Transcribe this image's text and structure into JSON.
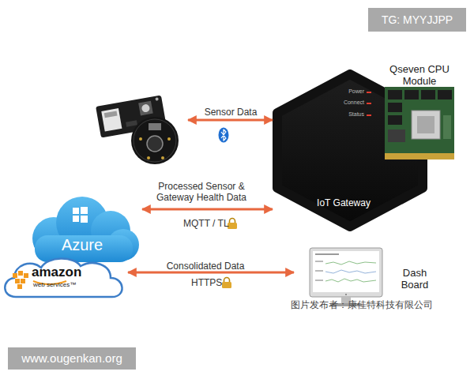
{
  "diagram": {
    "nodes": [
      {
        "text": []
      },
      {
        "text": [
          "Power",
          "Connect",
          "Status",
          "IoT Gateway"
        ]
      },
      {
        "text": [
          "Qseven CPU Module"
        ]
      },
      {
        "text": [
          "Azure"
        ]
      },
      {
        "text": [
          "amazon",
          "web services™"
        ]
      },
      {
        "text": [
          "Dash Board"
        ]
      }
    ],
    "edges": [
      {
        "from": 0,
        "to": 1,
        "arrow": "both",
        "label": "Sensor Data"
      },
      {
        "from": 3,
        "to": 1,
        "arrow": "both",
        "label": "Processed Sensor & Gateway Health Data"
      },
      {
        "from": 4,
        "to": 5,
        "arrow": "both",
        "label": "Consolidated Data"
      }
    ],
    "labels": [
      "TG: MYYJJPP",
      "MQTT / TL",
      "HTTPS",
      "图片发布者：康佳特科技有限公司",
      "www.ougenkan.org"
    ]
  }
}
